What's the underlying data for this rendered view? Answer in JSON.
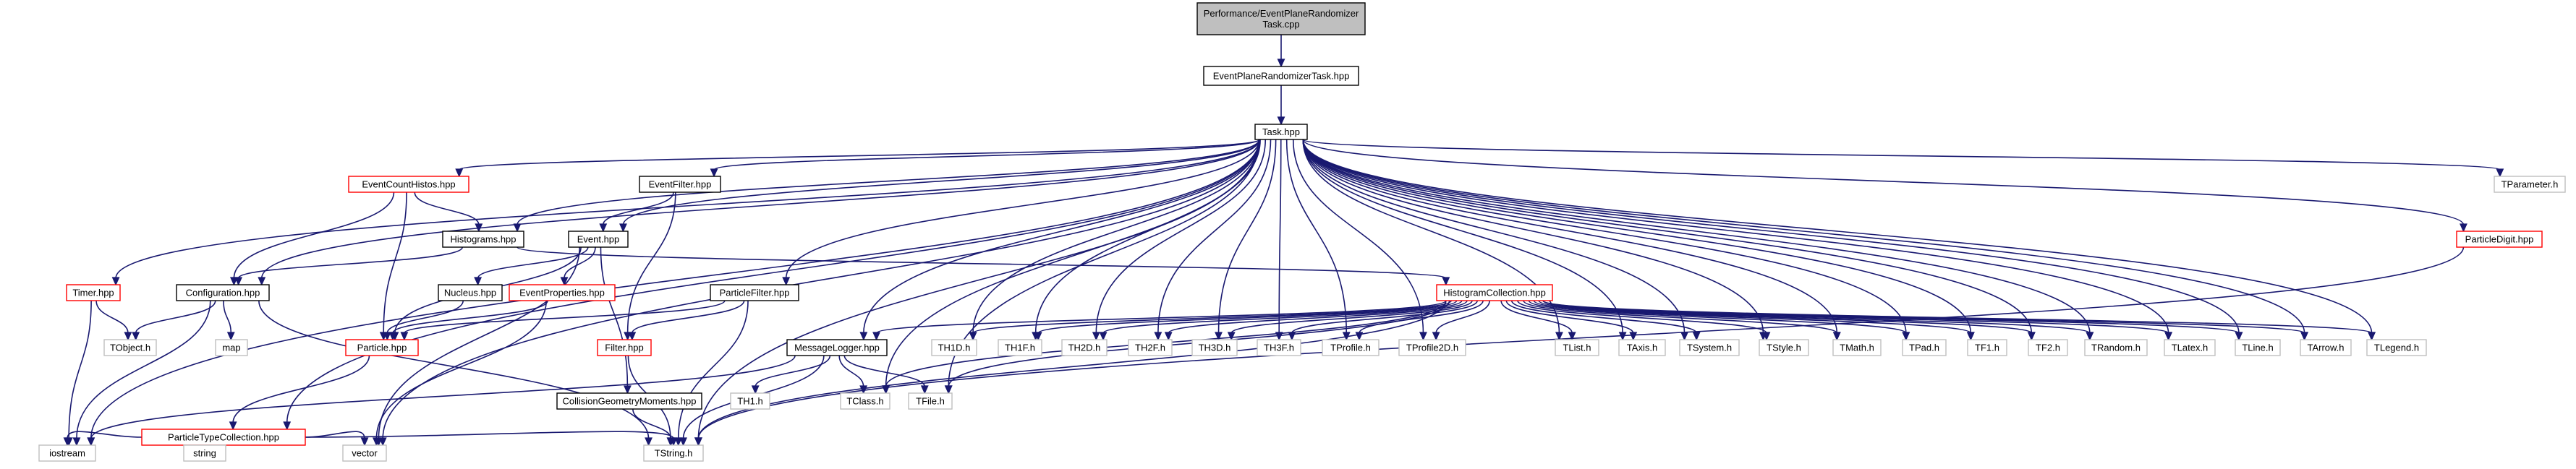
{
  "graph": {
    "colors": {
      "edge": "#191970",
      "node_border_default": "#000000",
      "node_border_incomplete": "#ff0000",
      "node_border_external": "#bfbfbf",
      "node_fill": "#ffffff",
      "root_fill": "#bfbfbf",
      "text": "#000000"
    },
    "nodes": [
      {
        "id": "root",
        "lines": [
          "Performance/EventPlaneRandomizer",
          "Task.cpp"
        ],
        "style": "root"
      },
      {
        "id": "eprt",
        "lines": [
          "EventPlaneRandomizerTask.hpp"
        ],
        "style": "default"
      },
      {
        "id": "task",
        "lines": [
          "Task.hpp"
        ],
        "style": "default"
      },
      {
        "id": "iostream",
        "lines": [
          "iostream"
        ],
        "style": "external"
      },
      {
        "id": "timer",
        "lines": [
          "Timer.hpp"
        ],
        "style": "incomplete"
      },
      {
        "id": "ptc",
        "lines": [
          "ParticleTypeCollection.hpp"
        ],
        "style": "incomplete"
      },
      {
        "id": "config",
        "lines": [
          "Configuration.hpp"
        ],
        "style": "default"
      },
      {
        "id": "vector",
        "lines": [
          "vector"
        ],
        "style": "external"
      },
      {
        "id": "ech",
        "lines": [
          "EventCountHistos.hpp"
        ],
        "style": "incomplete"
      },
      {
        "id": "histos",
        "lines": [
          "Histograms.hpp"
        ],
        "style": "default"
      },
      {
        "id": "evfilt",
        "lines": [
          "EventFilter.hpp"
        ],
        "style": "default"
      },
      {
        "id": "event",
        "lines": [
          "Event.hpp"
        ],
        "style": "default"
      },
      {
        "id": "pfilt",
        "lines": [
          "ParticleFilter.hpp"
        ],
        "style": "default"
      },
      {
        "id": "msglog",
        "lines": [
          "MessageLogger.hpp"
        ],
        "style": "default"
      },
      {
        "id": "tclass",
        "lines": [
          "TClass.h"
        ],
        "style": "external"
      },
      {
        "id": "tfile",
        "lines": [
          "TFile.h"
        ],
        "style": "external"
      },
      {
        "id": "th1d",
        "lines": [
          "TH1D.h"
        ],
        "style": "external"
      },
      {
        "id": "th1f",
        "lines": [
          "TH1F.h"
        ],
        "style": "external"
      },
      {
        "id": "th2d",
        "lines": [
          "TH2D.h"
        ],
        "style": "external"
      },
      {
        "id": "th2f",
        "lines": [
          "TH2F.h"
        ],
        "style": "external"
      },
      {
        "id": "th3d",
        "lines": [
          "TH3D.h"
        ],
        "style": "external"
      },
      {
        "id": "th3f",
        "lines": [
          "TH3F.h"
        ],
        "style": "external"
      },
      {
        "id": "tprofile",
        "lines": [
          "TProfile.h"
        ],
        "style": "external"
      },
      {
        "id": "tprofile2d",
        "lines": [
          "TProfile2D.h"
        ],
        "style": "external"
      },
      {
        "id": "tlist",
        "lines": [
          "TList.h"
        ],
        "style": "external"
      },
      {
        "id": "taxis",
        "lines": [
          "TAxis.h"
        ],
        "style": "external"
      },
      {
        "id": "tsystem",
        "lines": [
          "TSystem.h"
        ],
        "style": "external"
      },
      {
        "id": "tstyle",
        "lines": [
          "TStyle.h"
        ],
        "style": "external"
      },
      {
        "id": "tmath",
        "lines": [
          "TMath.h"
        ],
        "style": "external"
      },
      {
        "id": "tpad",
        "lines": [
          "TPad.h"
        ],
        "style": "external"
      },
      {
        "id": "tf1",
        "lines": [
          "TF1.h"
        ],
        "style": "external"
      },
      {
        "id": "tf2",
        "lines": [
          "TF2.h"
        ],
        "style": "external"
      },
      {
        "id": "trandom",
        "lines": [
          "TRandom.h"
        ],
        "style": "external"
      },
      {
        "id": "tlatex",
        "lines": [
          "TLatex.h"
        ],
        "style": "external"
      },
      {
        "id": "tline",
        "lines": [
          "TLine.h"
        ],
        "style": "external"
      },
      {
        "id": "tarrow",
        "lines": [
          "TArrow.h"
        ],
        "style": "external"
      },
      {
        "id": "tlegend",
        "lines": [
          "TLegend.h"
        ],
        "style": "external"
      },
      {
        "id": "tstring",
        "lines": [
          "TString.h"
        ],
        "style": "external"
      },
      {
        "id": "tparam",
        "lines": [
          "TParameter.h"
        ],
        "style": "external"
      },
      {
        "id": "pdigit",
        "lines": [
          "ParticleDigit.hpp"
        ],
        "style": "incomplete"
      },
      {
        "id": "tobject",
        "lines": [
          "TObject.h"
        ],
        "style": "external"
      },
      {
        "id": "map",
        "lines": [
          "map"
        ],
        "style": "external"
      },
      {
        "id": "particle",
        "lines": [
          "Particle.hpp"
        ],
        "style": "incomplete"
      },
      {
        "id": "histcoll",
        "lines": [
          "HistogramCollection.hpp"
        ],
        "style": "incomplete"
      },
      {
        "id": "nucleus",
        "lines": [
          "Nucleus.hpp"
        ],
        "style": "default"
      },
      {
        "id": "evprops",
        "lines": [
          "EventProperties.hpp"
        ],
        "style": "incomplete"
      },
      {
        "id": "cgm",
        "lines": [
          "CollisionGeometryMoments.hpp"
        ],
        "style": "default"
      },
      {
        "id": "filter",
        "lines": [
          "Filter.hpp"
        ],
        "style": "incomplete"
      },
      {
        "id": "th1",
        "lines": [
          "TH1.h"
        ],
        "style": "external"
      },
      {
        "id": "string",
        "lines": [
          "string"
        ],
        "style": "external"
      }
    ],
    "edges": [
      [
        "root",
        "eprt"
      ],
      [
        "eprt",
        "task"
      ],
      [
        "task",
        "iostream"
      ],
      [
        "task",
        "timer"
      ],
      [
        "task",
        "ptc"
      ],
      [
        "task",
        "config"
      ],
      [
        "task",
        "vector"
      ],
      [
        "task",
        "ech"
      ],
      [
        "task",
        "histos"
      ],
      [
        "task",
        "evfilt"
      ],
      [
        "task",
        "event"
      ],
      [
        "task",
        "pfilt"
      ],
      [
        "task",
        "msglog"
      ],
      [
        "task",
        "tclass"
      ],
      [
        "task",
        "tfile"
      ],
      [
        "task",
        "th1d"
      ],
      [
        "task",
        "th1f"
      ],
      [
        "task",
        "th2d"
      ],
      [
        "task",
        "th2f"
      ],
      [
        "task",
        "th3d"
      ],
      [
        "task",
        "th3f"
      ],
      [
        "task",
        "tprofile"
      ],
      [
        "task",
        "tprofile2d"
      ],
      [
        "task",
        "tlist"
      ],
      [
        "task",
        "taxis"
      ],
      [
        "task",
        "tsystem"
      ],
      [
        "task",
        "tstyle"
      ],
      [
        "task",
        "tmath"
      ],
      [
        "task",
        "tpad"
      ],
      [
        "task",
        "tf1"
      ],
      [
        "task",
        "tf2"
      ],
      [
        "task",
        "trandom"
      ],
      [
        "task",
        "tlatex"
      ],
      [
        "task",
        "tline"
      ],
      [
        "task",
        "tarrow"
      ],
      [
        "task",
        "tlegend"
      ],
      [
        "task",
        "tstring"
      ],
      [
        "task",
        "tparam"
      ],
      [
        "task",
        "pdigit"
      ],
      [
        "timer",
        "iostream"
      ],
      [
        "timer",
        "tobject"
      ],
      [
        "config",
        "tobject"
      ],
      [
        "config",
        "map"
      ],
      [
        "config",
        "iostream"
      ],
      [
        "config",
        "tstring"
      ],
      [
        "ech",
        "config"
      ],
      [
        "ech",
        "histos"
      ],
      [
        "ech",
        "particle"
      ],
      [
        "histos",
        "config"
      ],
      [
        "histos",
        "histcoll"
      ],
      [
        "evfilt",
        "event"
      ],
      [
        "evfilt",
        "filter"
      ],
      [
        "event",
        "nucleus"
      ],
      [
        "event",
        "evprops"
      ],
      [
        "event",
        "particle"
      ],
      [
        "event",
        "cgm"
      ],
      [
        "event",
        "vector"
      ],
      [
        "nucleus",
        "particle"
      ],
      [
        "evprops",
        "particle"
      ],
      [
        "evprops",
        "vector"
      ],
      [
        "particle",
        "ptc"
      ],
      [
        "ptc",
        "iostream"
      ],
      [
        "ptc",
        "string"
      ],
      [
        "ptc",
        "vector"
      ],
      [
        "ptc",
        "tstring"
      ],
      [
        "pfilt",
        "filter"
      ],
      [
        "pfilt",
        "particle"
      ],
      [
        "pfilt",
        "tstring"
      ],
      [
        "filter",
        "tstring"
      ],
      [
        "cgm",
        "tstring"
      ],
      [
        "msglog",
        "th1"
      ],
      [
        "msglog",
        "tclass"
      ],
      [
        "msglog",
        "tfile"
      ],
      [
        "msglog",
        "tstring"
      ],
      [
        "msglog",
        "iostream"
      ],
      [
        "histcoll",
        "msglog"
      ],
      [
        "histcoll",
        "th1d"
      ],
      [
        "histcoll",
        "th1f"
      ],
      [
        "histcoll",
        "th2d"
      ],
      [
        "histcoll",
        "th2f"
      ],
      [
        "histcoll",
        "th3d"
      ],
      [
        "histcoll",
        "th3f"
      ],
      [
        "histcoll",
        "tprofile"
      ],
      [
        "histcoll",
        "tprofile2d"
      ],
      [
        "histcoll",
        "tlist"
      ],
      [
        "histcoll",
        "taxis"
      ],
      [
        "histcoll",
        "tsystem"
      ],
      [
        "histcoll",
        "tstyle"
      ],
      [
        "histcoll",
        "tmath"
      ],
      [
        "histcoll",
        "tpad"
      ],
      [
        "histcoll",
        "tf1"
      ],
      [
        "histcoll",
        "tf2"
      ],
      [
        "histcoll",
        "trandom"
      ],
      [
        "histcoll",
        "tlatex"
      ],
      [
        "histcoll",
        "tline"
      ],
      [
        "histcoll",
        "tarrow"
      ],
      [
        "histcoll",
        "tlegend"
      ],
      [
        "histcoll",
        "tclass"
      ],
      [
        "histcoll",
        "tfile"
      ],
      [
        "histcoll",
        "tstring"
      ],
      [
        "pdigit",
        "tstring"
      ]
    ]
  }
}
